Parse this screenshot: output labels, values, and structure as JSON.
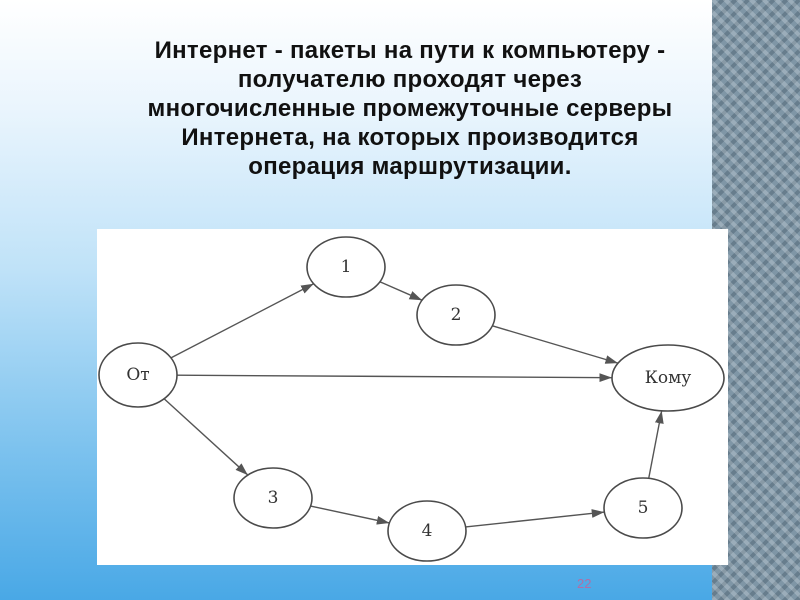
{
  "slide": {
    "title_lines": [
      "Интернет - пакеты на пути к компьютеру -",
      "получателю  проходят через",
      "многочисленные промежуточные серверы",
      "Интернета, на которых производится",
      "операция маршрутизации."
    ],
    "page_number": "22"
  },
  "diagram": {
    "nodes": [
      {
        "id": "from",
        "label": "От"
      },
      {
        "id": "n1",
        "label": "1"
      },
      {
        "id": "n2",
        "label": "2"
      },
      {
        "id": "n3",
        "label": "3"
      },
      {
        "id": "n4",
        "label": "4"
      },
      {
        "id": "n5",
        "label": "5"
      },
      {
        "id": "to",
        "label": "Кому"
      }
    ],
    "edges": [
      {
        "from": "from",
        "to": "n1"
      },
      {
        "from": "n1",
        "to": "n2"
      },
      {
        "from": "n2",
        "to": "to"
      },
      {
        "from": "from",
        "to": "to"
      },
      {
        "from": "from",
        "to": "n3"
      },
      {
        "from": "n3",
        "to": "n4"
      },
      {
        "from": "n4",
        "to": "n5"
      },
      {
        "from": "n5",
        "to": "to"
      }
    ]
  }
}
